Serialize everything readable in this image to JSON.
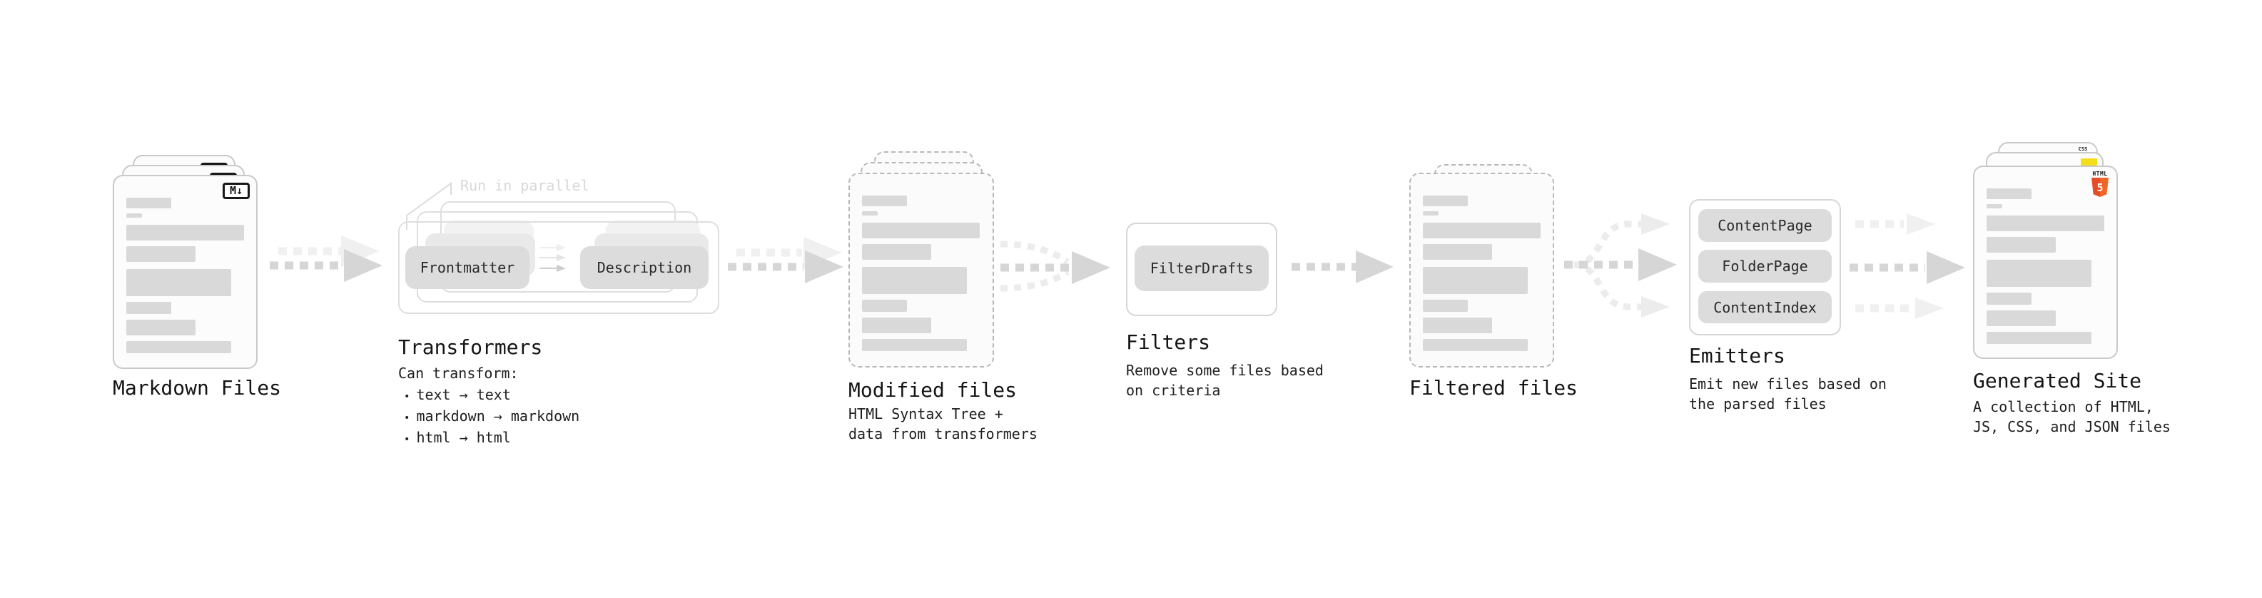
{
  "colors": {
    "bg": "#ffffff",
    "ink": "#1c1c1c",
    "doc_fill": "#fcfcfc",
    "doc_border": "#c9c9c9",
    "doc_border_dashed": "#b8b8b8",
    "bar": "#d9d9d9",
    "pill": "#dcdcdc",
    "pill_ghost1": "#e9e9e9",
    "pill_ghost2": "#f2f2f2",
    "outline_box": "#dedede",
    "group_box": "#d6d6d6",
    "arrow_main": "#d6d6d6",
    "arrow_faint": "#f0f0f0",
    "arrow_curve": "#ececec",
    "annotation": "#d8d8d8",
    "html5_orange": "#e44d26",
    "html5_orange_light": "#f16529",
    "js_yellow": "#f5de19",
    "css_blue": "#2962f2"
  },
  "stages": {
    "markdown_files": {
      "label": "Markdown Files",
      "badge": "M↓"
    },
    "transformers": {
      "label": "Transformers",
      "annotation": "Run in parallel",
      "pills": [
        "Frontmatter",
        "Description"
      ],
      "caption": "Can transform:",
      "bullet_marker": "•",
      "bullets": [
        "text → text",
        "markdown → markdown",
        "html → html"
      ]
    },
    "modified_files": {
      "label": "Modified files",
      "caption": "HTML Syntax Tree +\ndata from transformers"
    },
    "filters": {
      "label": "Filters",
      "pills": [
        "FilterDrafts"
      ],
      "caption": "Remove some files based\non criteria"
    },
    "filtered_files": {
      "label": "Filtered files"
    },
    "emitters": {
      "label": "Emitters",
      "pills": [
        "ContentPage",
        "FolderPage",
        "ContentIndex"
      ],
      "caption": "Emit new files based on\nthe parsed files"
    },
    "generated_site": {
      "label": "Generated Site",
      "caption": "A collection of HTML,\nJS, CSS, and JSON files",
      "badges": {
        "html5_label": "HTML",
        "html5_number": "5",
        "css": "CSS"
      }
    }
  }
}
